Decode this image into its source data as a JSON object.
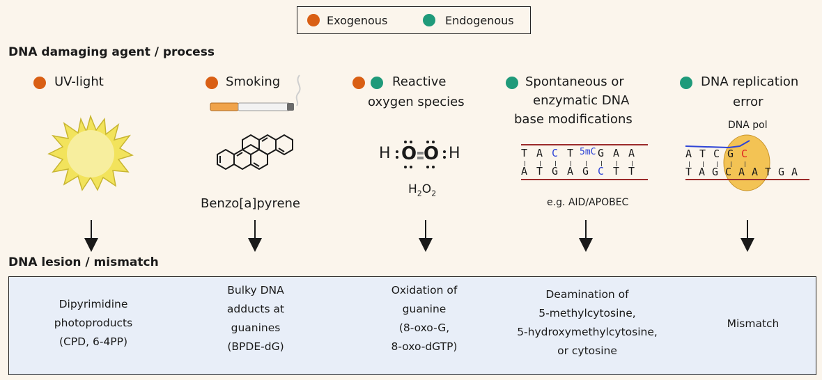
{
  "legend": {
    "exogenous": "Exogenous",
    "endogenous": "Endogenous",
    "exo_color": "#d95f14",
    "endo_color": "#1f9a7a"
  },
  "sections": {
    "agents_title": "DNA damaging agent / process",
    "lesions_title": "DNA lesion / mismatch"
  },
  "agents": {
    "uv": {
      "label": "UV-light"
    },
    "smoking": {
      "label": "Smoking",
      "caption": "Benzo[a]pyrene"
    },
    "ros": {
      "label_line1": "Reactive",
      "label_line2": "oxygen species",
      "h": "H",
      "o": "O",
      "sub2": "2"
    },
    "spontaneous": {
      "label_line1": "Spontaneous or",
      "label_line2": "enzymatic DNA",
      "label_line3": "base modifications",
      "caption": "e.g. AID/APOBEC",
      "top_strand": [
        "T",
        "A",
        "C",
        "T",
        "5mC",
        "G",
        "A",
        "A"
      ],
      "bottom_strand": [
        "A",
        "T",
        "G",
        "A",
        "G",
        "C",
        "T",
        "T"
      ]
    },
    "replication": {
      "label_line1": "DNA replication",
      "label_line2": "error",
      "pol_label": "DNA pol",
      "top_strand": [
        "A",
        "T",
        "C",
        "G",
        "C"
      ],
      "bottom_strand": [
        "T",
        "A",
        "G",
        "C",
        "A",
        "A",
        "T",
        "G",
        "A"
      ]
    }
  },
  "lesions": {
    "uv": [
      "Dipyrimidine",
      "photoproducts",
      "(CPD, 6-4PP)"
    ],
    "smoking": [
      "Bulky DNA",
      "adducts at",
      "guanines",
      "(BPDE-dG)"
    ],
    "ros": [
      "Oxidation of",
      "guanine",
      "(8-oxo-G,",
      "8-oxo-dGTP)"
    ],
    "spontaneous": [
      "Deamination of",
      "5-methylcytosine,",
      "5-hydroxymethylcytosine,",
      "or cytosine"
    ],
    "replication": [
      "Mismatch"
    ]
  }
}
